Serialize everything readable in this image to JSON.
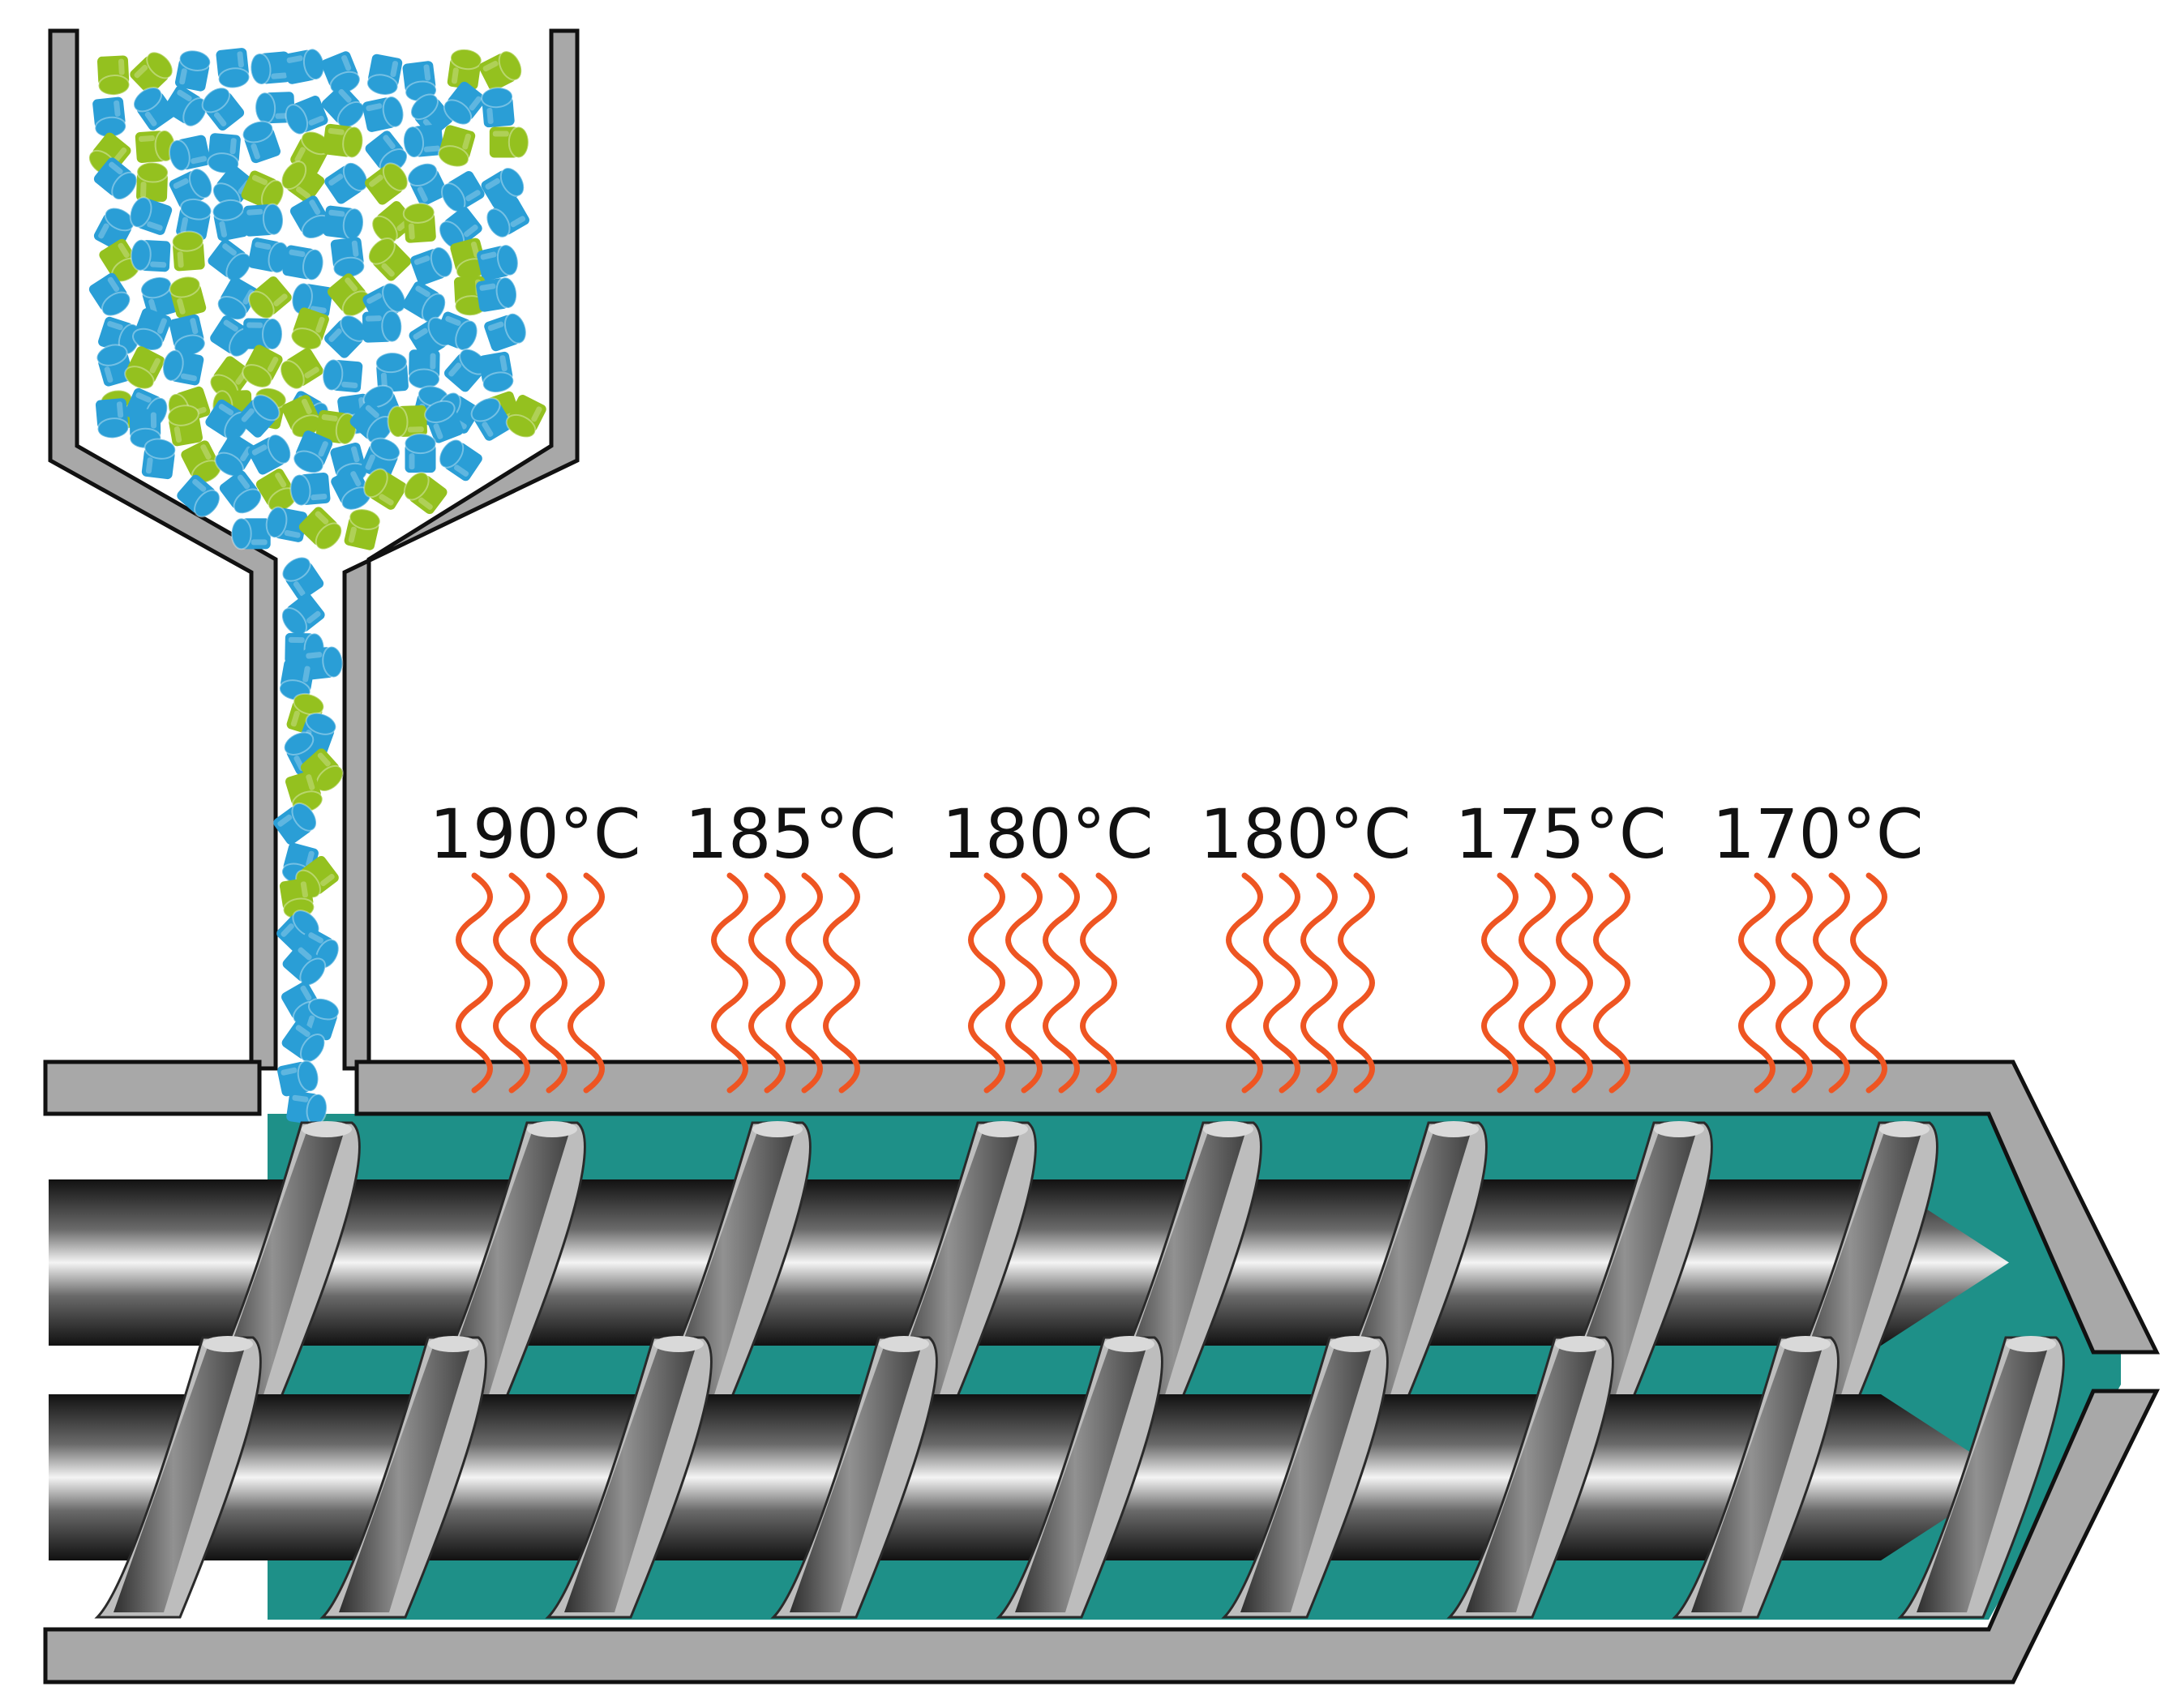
{
  "zones": [
    {
      "label": "190°C"
    },
    {
      "label": "185°C"
    },
    {
      "label": "180°C"
    },
    {
      "label": "180°C"
    },
    {
      "label": "175°C"
    },
    {
      "label": "170°C"
    }
  ],
  "colors": {
    "barrel_wall": "#a8a8a8",
    "outline": "#111111",
    "melt": "#1e9088",
    "heat": "#ee5522",
    "pellet_blue": "#2a9ed6",
    "pellet_green": "#94c11f"
  },
  "icons": {
    "heat": "heat-wave-icon",
    "pellet": "pellet-icon",
    "screw": "twin-screw-icon"
  }
}
